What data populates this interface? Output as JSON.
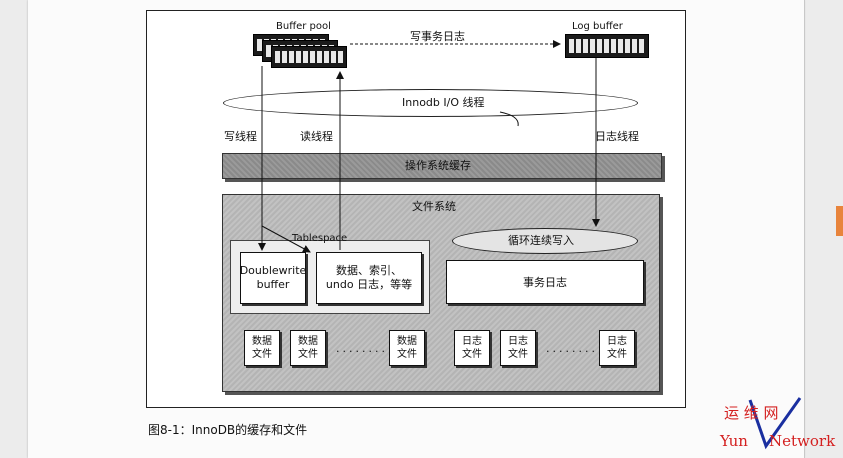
{
  "diagram": {
    "buffer_pool": "Buffer pool",
    "log_buffer": "Log buffer",
    "write_tx_log": "写事务日志",
    "io_thread": "Innodb I/O 线程",
    "write_thread": "写线程",
    "read_thread": "读线程",
    "log_thread": "日志线程",
    "os_cache": "操作系统缓存",
    "file_system": "文件系统",
    "tablespace": "Tablespace",
    "circular_write": "循环连续写入",
    "doublewrite_line1": "Doublewrite",
    "doublewrite_line2": "buffer",
    "data_index_line1": "数据、索引、",
    "data_index_line2": "undo 日志，等等",
    "tx_log": "事务日志",
    "data_file_line1": "数据",
    "data_file_line2": "文件",
    "log_file_line1": "日志",
    "log_file_line2": "文件",
    "ellipsis": "........",
    "caption": "图8-1：InnoDB的缓存和文件"
  },
  "watermark": {
    "top": "运 维 网",
    "left": "Yun",
    "right": "Network",
    "color": "#d42020",
    "v_color": "#1a2fa0"
  }
}
